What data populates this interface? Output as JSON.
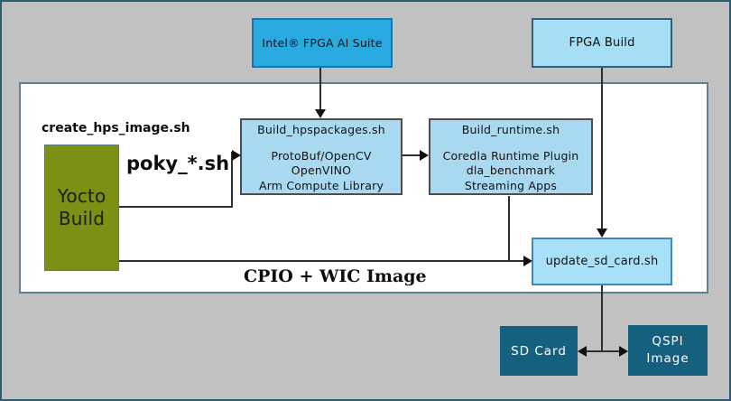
{
  "nodes": {
    "intel_fpga_ai_suite": {
      "label": "Intel® FPGA AI Suite"
    },
    "fpga_build": {
      "label": "FPGA Build"
    },
    "yocto_build": {
      "lines": [
        "Yocto",
        "Build"
      ]
    },
    "build_hpspackages": {
      "title": "Build_hpspackages.sh",
      "items": [
        "ProtoBuf/OpenCV",
        "OpenVINO",
        "Arm Compute Library"
      ]
    },
    "build_runtime": {
      "title": "Build_runtime.sh",
      "items": [
        "Coredla Runtime Plugin",
        "dla_benchmark",
        "Streaming Apps"
      ]
    },
    "update_sd_card": {
      "label": "update_sd_card.sh"
    },
    "sd_card": {
      "label": "SD Card"
    },
    "qspi_image": {
      "lines": [
        "QSPI",
        "Image"
      ]
    }
  },
  "annotations": {
    "create_hps_image": "create_hps_image.sh",
    "poky": "poky_*.sh",
    "cpio_wic": "CPIO + WIC Image"
  },
  "colors": {
    "intel_blue": "#29aae1",
    "light_blue": "#a9d9f0",
    "update_blue": "#a9e0f9",
    "dark_teal": "#155f7f",
    "olive_green": "#7d9016",
    "background_gray": "#c1c1c1",
    "frame_teal": "#2b5d72",
    "panel_border": "#5c8193"
  }
}
